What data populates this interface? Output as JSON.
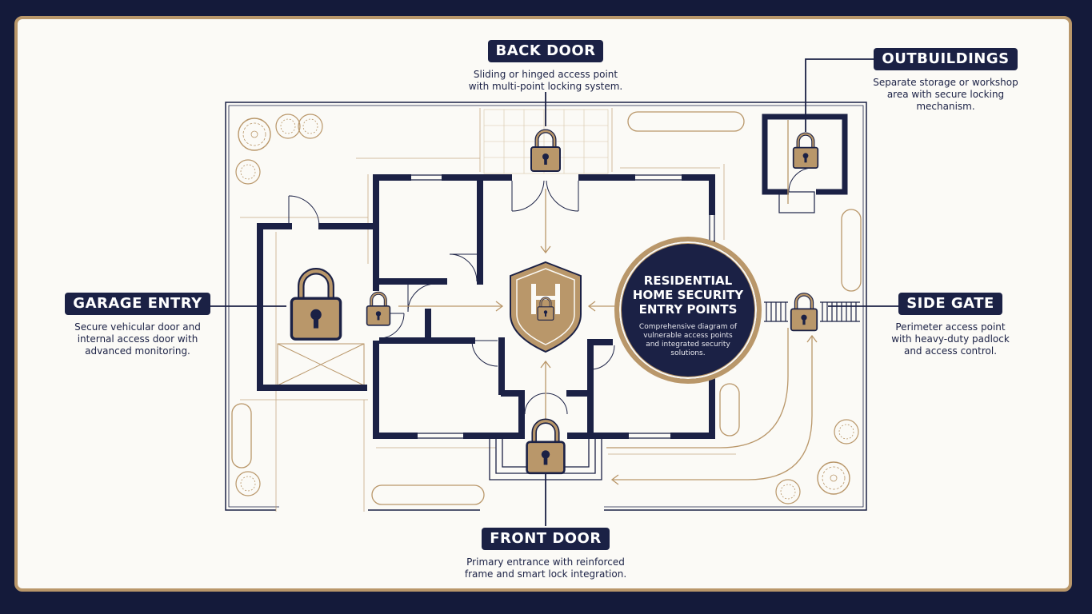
{
  "badge": {
    "title_lines": [
      "RESIDENTIAL",
      "HOME SECURITY",
      "ENTRY POINTS"
    ],
    "subtitle_lines": [
      "Comprehensive diagram of",
      "vulnerable access points",
      "and integrated security",
      "solutions."
    ]
  },
  "callouts": {
    "back_door": {
      "title": "BACK DOOR",
      "desc_lines": [
        "Sliding or hinged access point",
        "with multi-point locking system."
      ]
    },
    "outbuildings": {
      "title": "OUTBUILDINGS",
      "desc_lines": [
        "Separate storage or workshop",
        "area with secure locking",
        "mechanism."
      ]
    },
    "garage_entry": {
      "title": "GARAGE ENTRY",
      "desc_lines": [
        "Secure vehicular door and",
        "internal access door with",
        "advanced monitoring."
      ]
    },
    "side_gate": {
      "title": "SIDE GATE",
      "desc_lines": [
        "Perimeter access point",
        "with heavy-duty padlock",
        "and access control."
      ]
    },
    "front_door": {
      "title": "FRONT DOOR",
      "desc_lines": [
        "Primary entrance with reinforced",
        "frame and smart lock integration."
      ]
    }
  },
  "colors": {
    "navy": "#1b2145",
    "gold": "#b9976a",
    "paper": "#fbfaf6",
    "background": "#141a3a"
  },
  "icons": [
    "padlock-icon",
    "shield-lock-icon"
  ]
}
